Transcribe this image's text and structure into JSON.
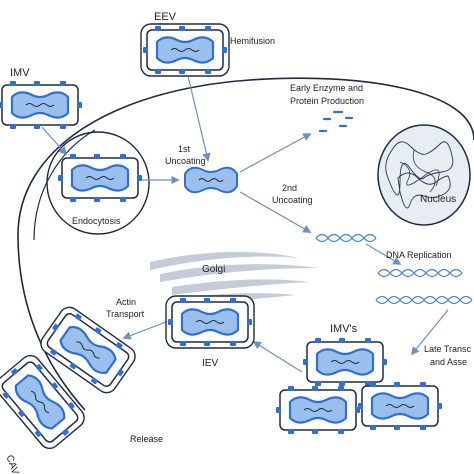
{
  "labels": {
    "eev": "EEV",
    "hemifusion": "Hemifusion",
    "imv": "IMV",
    "early_line1": "Early Enzyme and",
    "early_line2": "Protein Production",
    "uncoating1_line1": "1st",
    "uncoating1_line2": "Uncoating",
    "endocytosis": "Endocytosis",
    "uncoating2_line1": "2nd",
    "uncoating2_line2": "Uncoating",
    "nucleus": "Nucleus",
    "dna_replication": "DNA Replication",
    "golgi": "Golgi",
    "actin_line1": "Actin",
    "actin_line2": "Transport",
    "iev": "IEV",
    "imvs": "IMV's",
    "late_line1": "Late Transc",
    "late_line2": "and Asse",
    "release": "Release",
    "cav": "CAV"
  },
  "colors": {
    "virion_blue": "#2f6fd6",
    "core_light": "#9cc0ee",
    "core_dark": "#3a7be0",
    "membrane": "#1c2a44",
    "arrow": "#6f8fbf",
    "golgi": "#c3ccd8",
    "dna": "#4a86dc"
  }
}
